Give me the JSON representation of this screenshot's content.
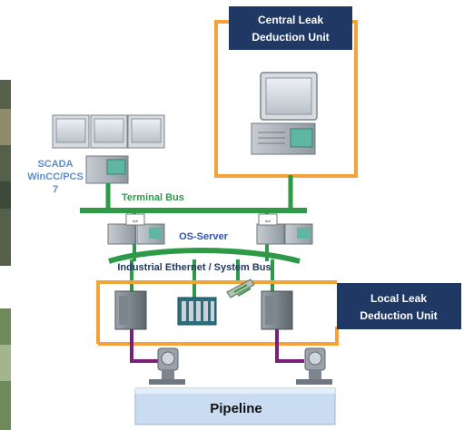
{
  "labels": {
    "central_line1": "Central Leak",
    "central_line2": "Deduction Unit",
    "local_line1": "Local Leak",
    "local_line2": "Deduction Unit",
    "scada_line1": "SCADA",
    "scada_line2": "WinCC/PCS",
    "scada_line3": "7",
    "terminal_bus": "Terminal Bus",
    "os_server": "OS-Server",
    "system_bus": "Industrial Ethernet / System Bus",
    "pipeline": "Pipeline"
  },
  "colors": {
    "navy": "#1f3864",
    "orange": "#f2a43a",
    "green": "#2e9a48",
    "purple": "#7a1f7a",
    "blue_text": "#2f54b8",
    "scada_text": "#5a8fc9",
    "pipeline_fill": "#c9dcf2"
  }
}
